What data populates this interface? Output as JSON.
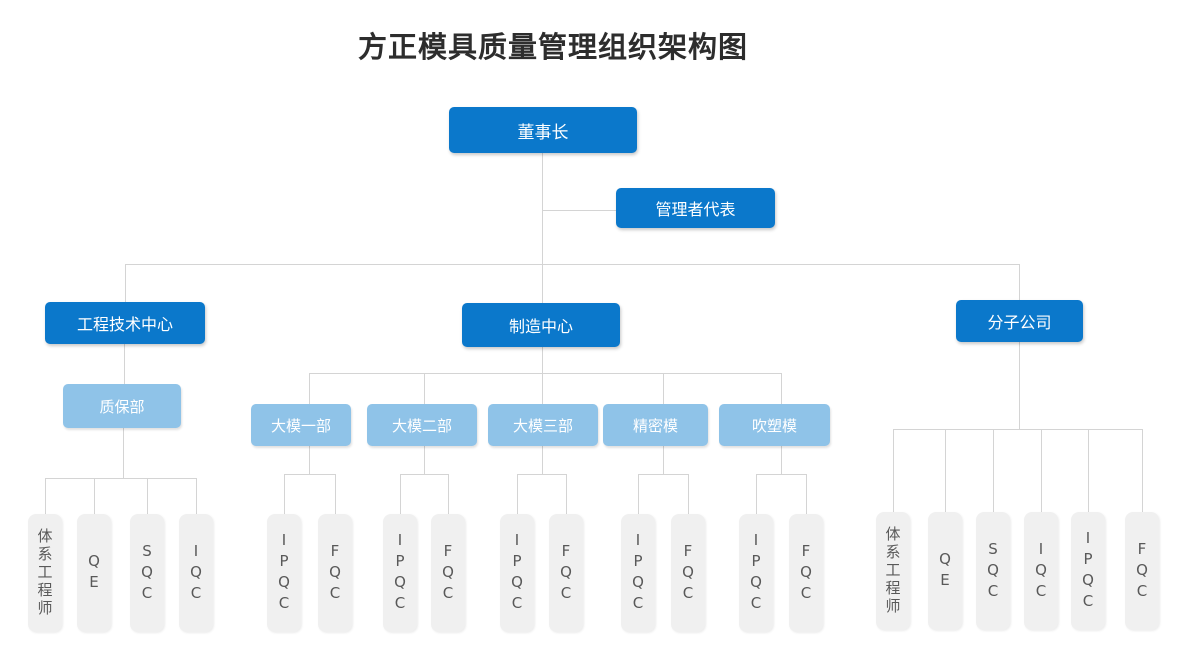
{
  "title": "方正模具质量管理组织架构图",
  "colors": {
    "primary_box": "#0b78cb",
    "secondary_box": "#8fc3e8",
    "leaf_box_bg": "#f0f0f0",
    "leaf_text": "#595959",
    "connector_line": "#d4d4d4",
    "title_text": "#2d2d2d"
  },
  "org": {
    "root": {
      "label": "董事长"
    },
    "staff": {
      "label": "管理者代表"
    },
    "branches": [
      {
        "label": "工程技术中心",
        "children": [
          {
            "label": "质保部",
            "children": [
              {
                "label": "体系工程师"
              },
              {
                "label": "QE"
              },
              {
                "label": "SQC"
              },
              {
                "label": "IQC"
              }
            ]
          }
        ]
      },
      {
        "label": "制造中心",
        "children": [
          {
            "label": "大模一部",
            "children": [
              {
                "label": "IPQC"
              },
              {
                "label": "FQC"
              }
            ]
          },
          {
            "label": "大模二部",
            "children": [
              {
                "label": "IPQC"
              },
              {
                "label": "FQC"
              }
            ]
          },
          {
            "label": "大模三部",
            "children": [
              {
                "label": "IPQC"
              },
              {
                "label": "FQC"
              }
            ]
          },
          {
            "label": "精密模",
            "children": [
              {
                "label": "IPQC"
              },
              {
                "label": "FQC"
              }
            ]
          },
          {
            "label": "吹塑模",
            "children": [
              {
                "label": "IPQC"
              },
              {
                "label": "FQC"
              }
            ]
          }
        ]
      },
      {
        "label": "分子公司",
        "children": [
          {
            "label": "体系工程师"
          },
          {
            "label": "QE"
          },
          {
            "label": "SQC"
          },
          {
            "label": "IQC"
          },
          {
            "label": "IPQC"
          },
          {
            "label": "FQC"
          }
        ]
      }
    ]
  }
}
